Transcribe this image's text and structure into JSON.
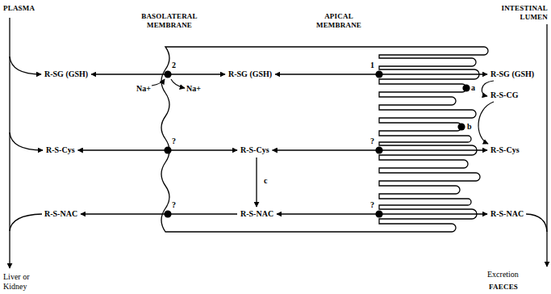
{
  "diagram": {
    "nodes": [
      {
        "text": [
          "2"
        ]
      },
      {
        "text": [
          "1"
        ]
      },
      {
        "text": [
          "a"
        ]
      },
      {
        "text": [
          "b"
        ]
      },
      {
        "text": [
          "?"
        ]
      },
      {
        "text": [
          "?"
        ]
      },
      {
        "text": [
          "?"
        ]
      },
      {
        "text": [
          "?"
        ]
      }
    ],
    "labels": [
      "PLASMA",
      "BASOLATERAL MEMBRANE",
      "APICAL MEMBRANE",
      "INTESTINAL LUMEN",
      "R-SG (GSH)",
      "Na+",
      "Na+",
      "R-SG (GSH)",
      "R-SG (GSH)",
      "R-S-CG",
      "R-S-Cys",
      "R-S-Cys",
      "R-S-Cys",
      "c",
      "R-S-NAC",
      "R-S-NAC",
      "R-S-NAC",
      "Liver or Kidney",
      "Excretion",
      "FAECES"
    ]
  }
}
